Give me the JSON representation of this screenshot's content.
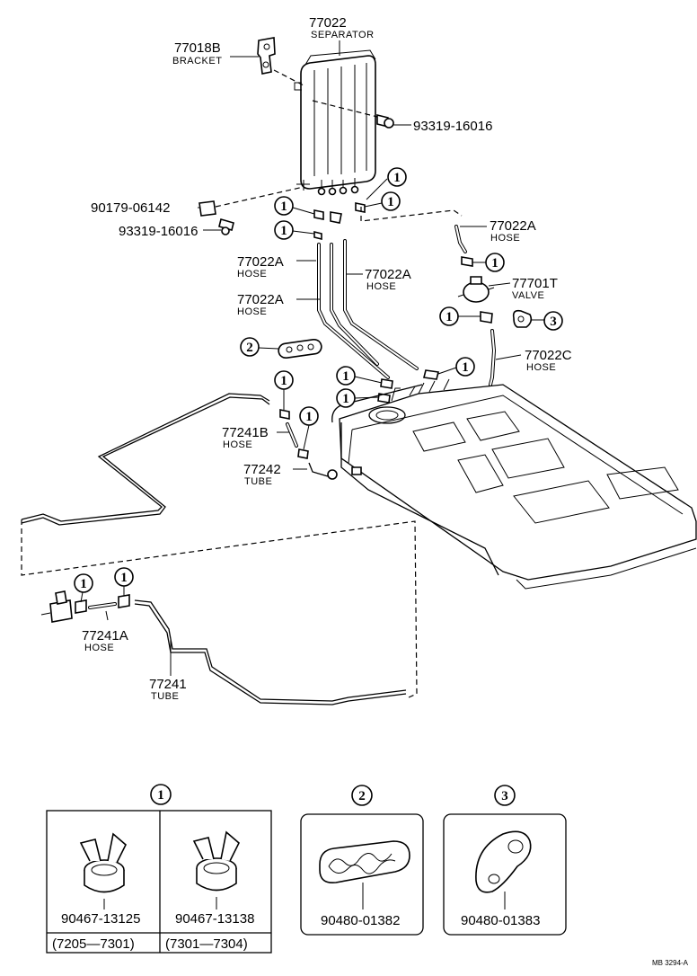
{
  "labels": {
    "separator": {
      "number": "77022",
      "name": "SEPARATOR"
    },
    "bracket": {
      "number": "77018B",
      "name": "BRACKET"
    },
    "bolt_top": {
      "number": "93319-16016"
    },
    "bolt_left_a": {
      "number": "90179-06142"
    },
    "bolt_left_b": {
      "number": "93319-16016"
    },
    "hose_a1": {
      "number": "77022A",
      "name": "HOSE"
    },
    "hose_a2": {
      "number": "77022A",
      "name": "HOSE"
    },
    "hose_a3": {
      "number": "77022A",
      "name": "HOSE"
    },
    "hose_a4": {
      "number": "77022A",
      "name": "HOSE"
    },
    "valve": {
      "number": "77701T",
      "name": "VALVE"
    },
    "hose_c": {
      "number": "77022C",
      "name": "HOSE"
    },
    "hose_b": {
      "number": "77241B",
      "name": "HOSE"
    },
    "tube_small": {
      "number": "77242",
      "name": "TUBE"
    },
    "hose_241a": {
      "number": "77241A",
      "name": "HOSE"
    },
    "tube_241": {
      "number": "77241",
      "name": "TUBE"
    }
  },
  "callout_numbers": {
    "clamp": "1",
    "grommet": "2",
    "pad": "3"
  },
  "legend": {
    "clamp": {
      "callout": "1",
      "variants": [
        {
          "part": "90467-13125",
          "range": "(7205—7301)"
        },
        {
          "part": "90467-13138",
          "range": "(7301—7304)"
        }
      ]
    },
    "grommet": {
      "callout": "2",
      "part": "90480-01382"
    },
    "pad": {
      "callout": "3",
      "part": "90480-01383"
    }
  },
  "diagram_code": "MB 3294-A"
}
